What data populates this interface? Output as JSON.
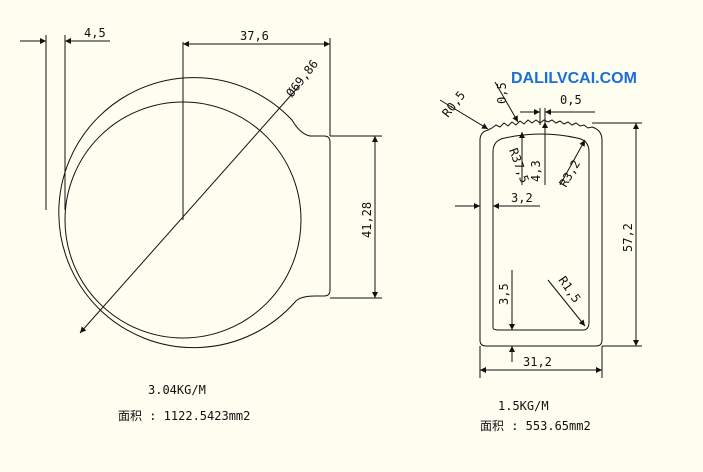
{
  "brand": {
    "text": "DALILVCAI.COM",
    "color": "#1a6fd6"
  },
  "colors": {
    "background": "#fdfdf0",
    "line": "#111111"
  },
  "left_profile": {
    "dim_wall": "4,5",
    "dim_offset": "37,6",
    "dim_diameter": "Ø69,86",
    "dim_height": "41,28",
    "weight": "3.04KG/M",
    "area": "面积  : 1122.5423mm2"
  },
  "right_profile": {
    "dim_outer_radius": "R0,5",
    "dim_top_wall": "0,5",
    "dim_rib": "0,5",
    "dim_arc_radius": "R37,5",
    "dim_rib_height": "4,3",
    "dim_corner_radius": "R3,2",
    "dim_side_wall": "3,2",
    "dim_height": "57,2",
    "dim_bottom_wall": "3,5",
    "dim_inner_radius": "R1,5",
    "dim_width": "31,2",
    "weight": "1.5KG/M",
    "area": "面积  : 553.65mm2"
  }
}
